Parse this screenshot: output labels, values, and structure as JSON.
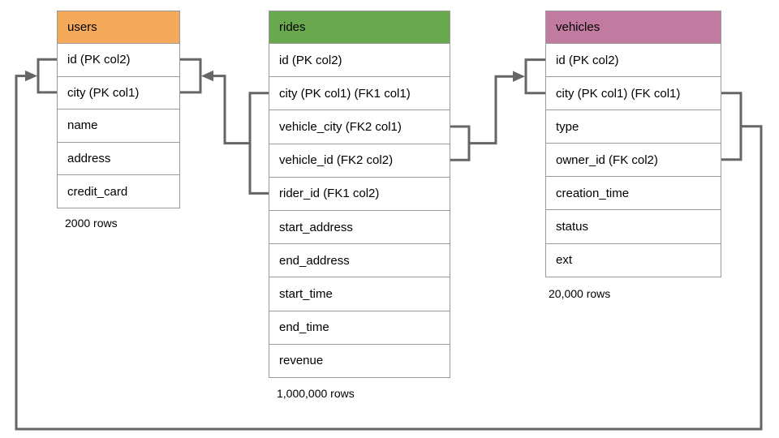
{
  "tables": [
    {
      "name": "users",
      "header_color": "#F5A95B",
      "columns": [
        "id (PK col2)",
        "city (PK col1)",
        "name",
        "address",
        "credit_card"
      ],
      "row_count_label": "2000 rows"
    },
    {
      "name": "rides",
      "header_color": "#6AA84F",
      "columns": [
        "id (PK col2)",
        "city (PK col1) (FK1 col1)",
        "vehicle_city (FK2 col1)",
        "vehicle_id (FK2 col2)",
        "rider_id (FK1 col2)",
        "start_address",
        "end_address",
        "start_time",
        "end_time",
        "revenue"
      ],
      "row_count_label": "1,000,000 rows"
    },
    {
      "name": "vehicles",
      "header_color": "#C27BA0",
      "columns": [
        "id (PK col2)",
        "city (PK col1) (FK col1)",
        "type",
        "owner_id (FK col2)",
        "creation_time",
        "status",
        "ext"
      ],
      "row_count_label": "20,000 rows"
    }
  ],
  "relationships": [
    {
      "from_table": "rides",
      "from_columns": "city, rider_id",
      "fk_label": "FK1",
      "to_table": "users",
      "to_columns": "id, city"
    },
    {
      "from_table": "rides",
      "from_columns": "vehicle_city, vehicle_id",
      "fk_label": "FK2",
      "to_table": "vehicles",
      "to_columns": "id, city"
    },
    {
      "from_table": "vehicles",
      "from_columns": "city, owner_id",
      "fk_label": "FK",
      "to_table": "users",
      "to_columns": "id, city"
    }
  ],
  "colors": {
    "connector": "#666666",
    "table_border": "#999999",
    "text": "#000000",
    "background": "#FFFFFF"
  }
}
